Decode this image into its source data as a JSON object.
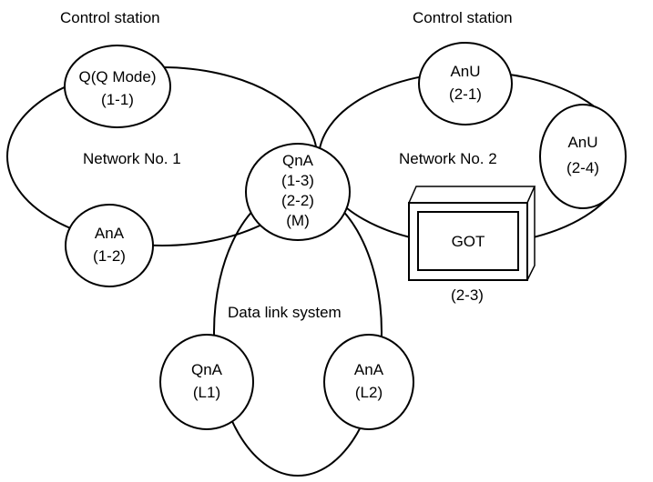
{
  "labels": {
    "control_station_1": "Control station",
    "control_station_2": "Control station",
    "network_1": "Network No. 1",
    "network_2": "Network No. 2",
    "data_link": "Data link system"
  },
  "nodes": {
    "q_mode": {
      "line1": "Q(Q Mode)",
      "line2": "(1-1)"
    },
    "ana_12": {
      "line1": "AnA",
      "line2": "(1-2)"
    },
    "qna_m": {
      "line1": "QnA",
      "line2": "(1-3)",
      "line3": "(2-2)",
      "line4": "(M)"
    },
    "anu_21": {
      "line1": "AnU",
      "line2": "(2-1)"
    },
    "anu_24": {
      "line1": "AnU",
      "line2": "(2-4)"
    },
    "got": {
      "label": "GOT",
      "id": "(2-3)"
    },
    "qna_l1": {
      "line1": "QnA",
      "line2": "(L1)"
    },
    "ana_l2": {
      "line1": "AnA",
      "line2": "(L2)"
    }
  }
}
